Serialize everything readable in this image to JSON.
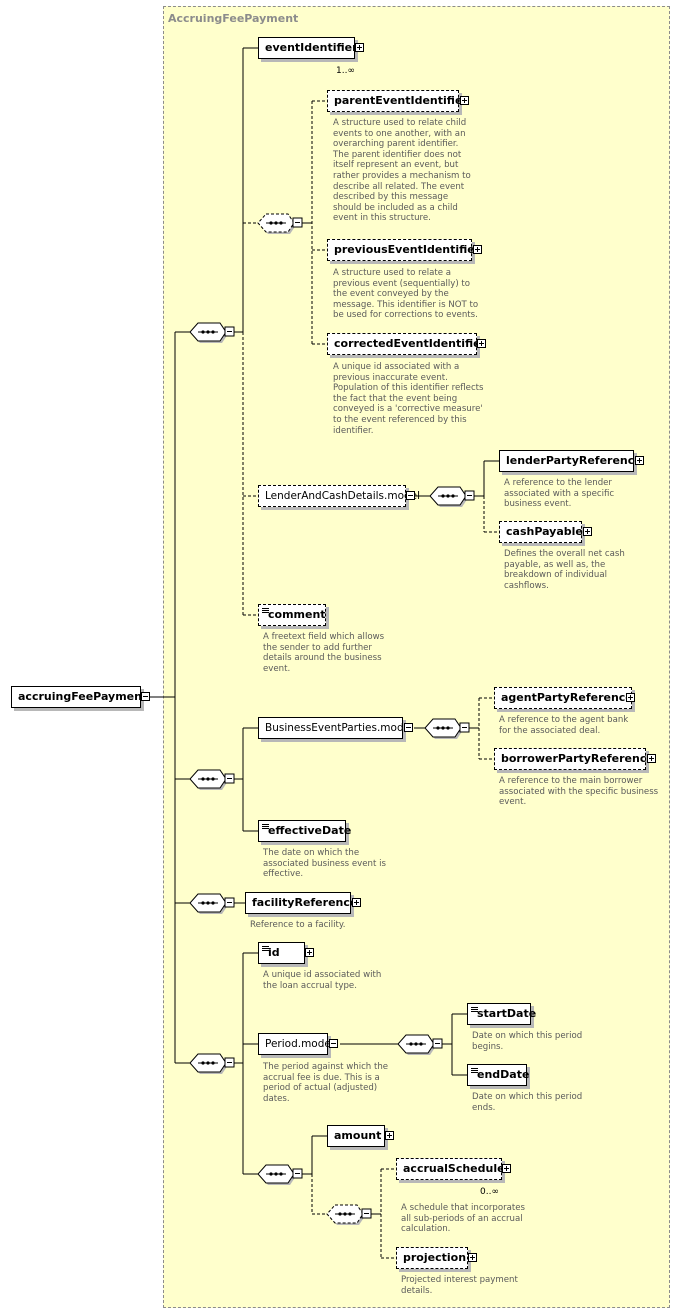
{
  "group_title": "AccruingFeePayment",
  "root": "accruingFeePayment",
  "nodes": {
    "eventIdentifier": "eventIdentifier",
    "eventIdentifier_card": "1..∞",
    "parentEventIdentifier": "parentEventIdentifier",
    "parentEventIdentifier_doc": "A structure used to relate child\nevents to one another, with an\noverarching parent identifier.\nThe parent identifier does not\nitself represent an event, but\nrather provides a mechanism to\ndescribe all related. The event\ndescribed by this message\nshould be included as a child\nevent in this structure.",
    "previousEventIdentifier": "previousEventIdentifier",
    "previousEventIdentifier_doc": "A structure used to relate a\nprevious event (sequentially) to\nthe event conveyed by the\nmessage. This identifier is NOT to\nbe used for corrections to events.",
    "correctedEventIdentifier": "correctedEventIdentifier",
    "correctedEventIdentifier_doc": "A unique id associated with a\nprevious inaccurate event.\nPopulation of this identifier reflects\nthe fact that the event being\nconveyed is a 'corrective measure'\nto the event referenced by this\nidentifier.",
    "lenderAndCashDetails": "LenderAndCashDetails.model",
    "lenderPartyReference": "lenderPartyReference",
    "lenderPartyReference_doc": "A reference to the lender\nassociated with a specific\nbusiness event.",
    "cashPayable": "cashPayable",
    "cashPayable_doc": "Defines the overall net cash\npayable, as well as, the\nbreakdown of individual\ncashflows.",
    "comment": "comment",
    "comment_doc": "A freetext field which allows\nthe sender to add further\ndetails around the business\nevent.",
    "businessEventParties": "BusinessEventParties.model",
    "agentPartyReference": "agentPartyReference",
    "agentPartyReference_doc": "A reference to the agent bank\nfor the associated deal.",
    "borrowerPartyReference": "borrowerPartyReference",
    "borrowerPartyReference_doc": "A reference to the main borrower\nassociated with the specific business\nevent.",
    "effectiveDate": "effectiveDate",
    "effectiveDate_doc": "The date on which the\nassociated business event is\neffective.",
    "facilityReference": "facilityReference",
    "facilityReference_doc": "Reference to a facility.",
    "id": "id",
    "id_doc": "A unique id associated with\nthe loan accrual type.",
    "periodModel": "Period.model",
    "periodModel_doc": "The period against which the\naccrual fee is due. This is a\nperiod of actual (adjusted)\ndates.",
    "startDate": "startDate",
    "startDate_doc": "Date on which this period\nbegins.",
    "endDate": "endDate",
    "endDate_doc": "Date on which this period\nends.",
    "amount": "amount",
    "accrualSchedule": "accrualSchedule",
    "accrualSchedule_card": "0..∞",
    "accrualSchedule_doc": "A schedule that incorporates\nall sub-periods of an accrual\ncalculation.",
    "projection": "projection",
    "projection_doc": "Projected interest payment\ndetails."
  }
}
